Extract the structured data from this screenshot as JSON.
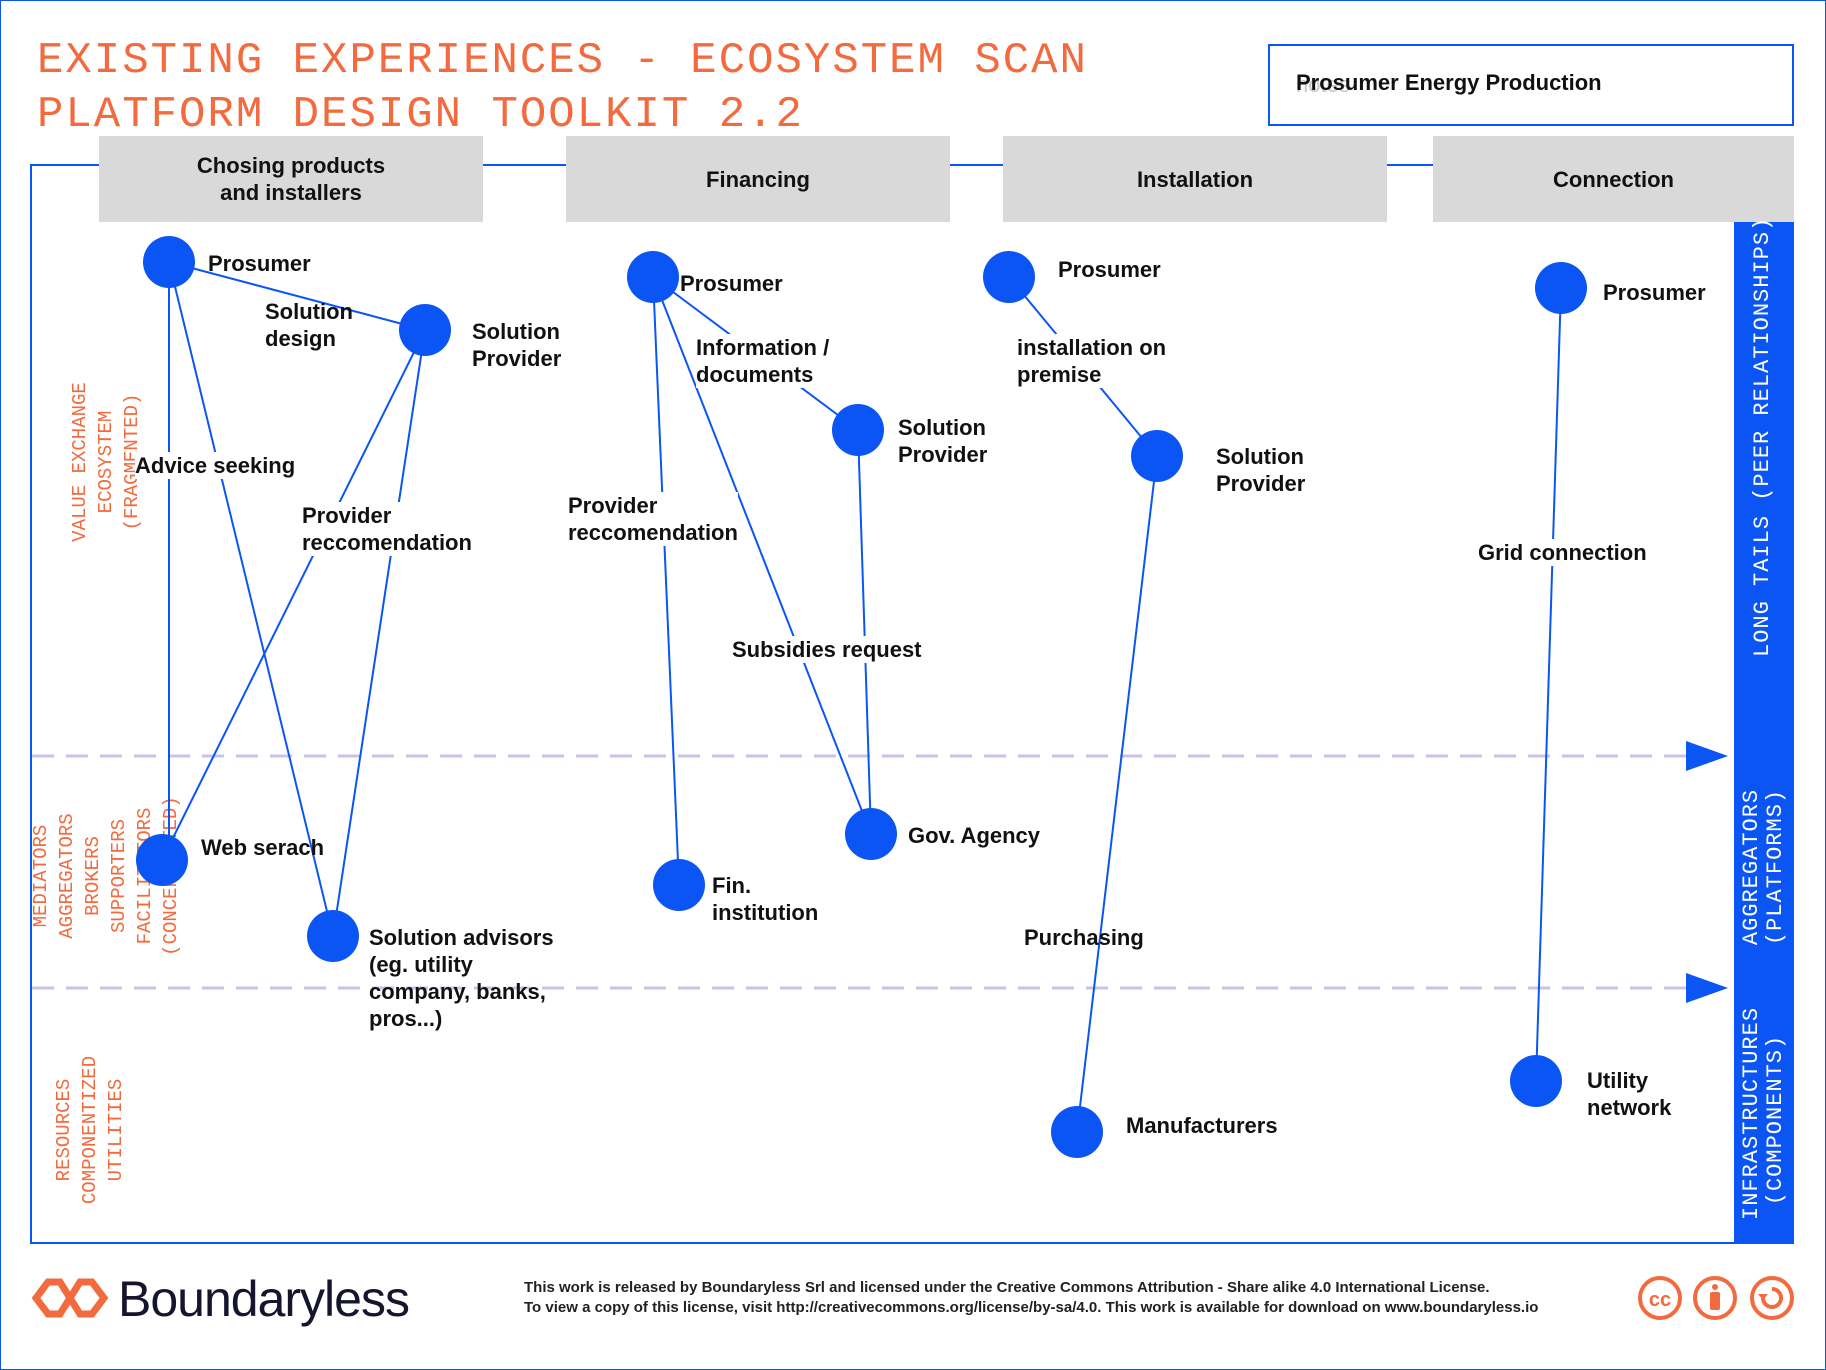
{
  "header": {
    "title_line1": "EXISTING EXPERIENCES - ECOSYSTEM SCAN",
    "title_line2": "PLATFORM DESIGN TOOLKIT 2.2",
    "notes_placeholder": "notes",
    "notes_value": "Prosumer Energy Production"
  },
  "columns": [
    {
      "label_line1": "Chosing products",
      "label_line2": "and installers"
    },
    {
      "label_line1": "Financing",
      "label_line2": ""
    },
    {
      "label_line1": "Installation",
      "label_line2": ""
    },
    {
      "label_line1": "Connection",
      "label_line2": ""
    }
  ],
  "left_labels": [
    {
      "lines": [
        "VALUE EXCHANGE",
        "ECOSYSTEM",
        "(FRAGMENTED)"
      ]
    },
    {
      "lines": [
        "MEDIATORS",
        "AGGREGATORS",
        "BROKERS",
        "SUPPORTERS",
        "FACILITATORS",
        "(CONCENTRATED)"
      ]
    },
    {
      "lines": [
        "RESOURCES",
        "COMPONENTIZED",
        "UTILITIES"
      ]
    }
  ],
  "right_labels": [
    {
      "lines": [
        "LONG TAILS (PEER RELATIONSHIPS)"
      ]
    },
    {
      "lines": [
        "AGGREGATORS",
        "(PLATFORMS)"
      ]
    },
    {
      "lines": [
        "INFRASTRUCTURES",
        "(COMPONENTS)"
      ]
    }
  ],
  "nodes": {
    "c1_prosumer": "Prosumer",
    "c1_solution_provider": [
      "Solution",
      "Provider"
    ],
    "c1_web_search": "Web serach",
    "c1_solution_advisors": [
      "Solution advisors",
      "(eg. utility",
      "company, banks,",
      "pros...)"
    ],
    "c2_prosumer": "Prosumer",
    "c2_solution_provider": [
      "Solution",
      "Provider"
    ],
    "c2_gov_agency": "Gov. Agency",
    "c2_fin_institution": [
      "Fin.",
      "institution"
    ],
    "c3_prosumer": "Prosumer",
    "c3_solution_provider": [
      "Solution",
      "Provider"
    ],
    "c3_manufacturers": "Manufacturers",
    "c4_prosumer": "Prosumer",
    "c4_utility_network": [
      "Utility",
      "network"
    ]
  },
  "edge_labels": {
    "solution_design": [
      "Solution",
      "design"
    ],
    "advice_seeking": "Advice seeking",
    "provider_recommendation_1": [
      "Provider",
      "reccomendation"
    ],
    "information_documents": [
      "Information /",
      "documents"
    ],
    "provider_recommendation_2": [
      "Provider",
      "reccomendation"
    ],
    "subsidies_request": "Subsidies request",
    "installation_on_premise": [
      "installation on",
      "premise"
    ],
    "purchasing": "Purchasing",
    "grid_connection": "Grid connection"
  },
  "footer": {
    "brand": "Boundaryless",
    "license_line1": "This work is released by Boundaryless Srl and licensed under the Creative Commons Attribution - Share alike 4.0 International License.",
    "license_line2": "To view a copy of this license, visit http://creativecommons.org/license/by-sa/4.0. This work is available for download on www.boundaryless.io"
  },
  "colors": {
    "accent_blue": "#0c55f5",
    "title_orange": "#f26a3d",
    "header_gray": "#d9d9d9",
    "divider": "#c5c5e8"
  },
  "icons": [
    "boundaryless-logo-icon",
    "cc-icon",
    "by-icon",
    "sa-icon"
  ]
}
